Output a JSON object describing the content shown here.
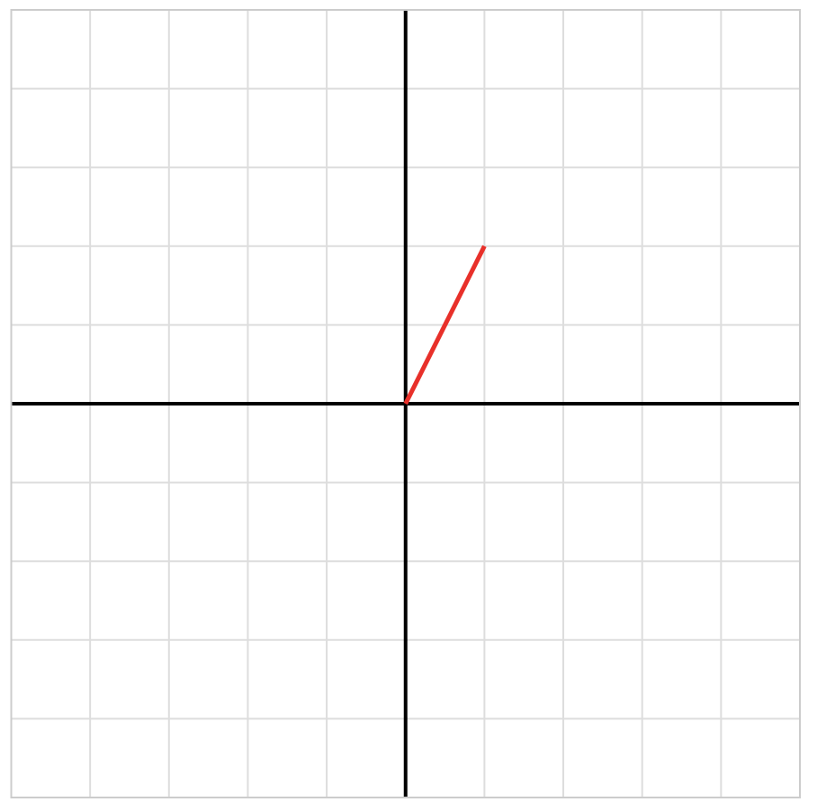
{
  "chart_data": {
    "type": "line",
    "title": "",
    "xlabel": "",
    "ylabel": "",
    "xlim": [
      -5,
      5
    ],
    "ylim": [
      -5,
      5
    ],
    "grid": true,
    "grid_step": 1,
    "axes_through_origin": true,
    "series": [
      {
        "x": [
          0,
          1
        ],
        "y": [
          0,
          2
        ],
        "color": "#e8302a"
      }
    ]
  },
  "colors": {
    "background": "#ffffff",
    "grid": "#dddddd",
    "frame": "#cccccc",
    "axis": "#000000",
    "segment": "#e8302a"
  }
}
